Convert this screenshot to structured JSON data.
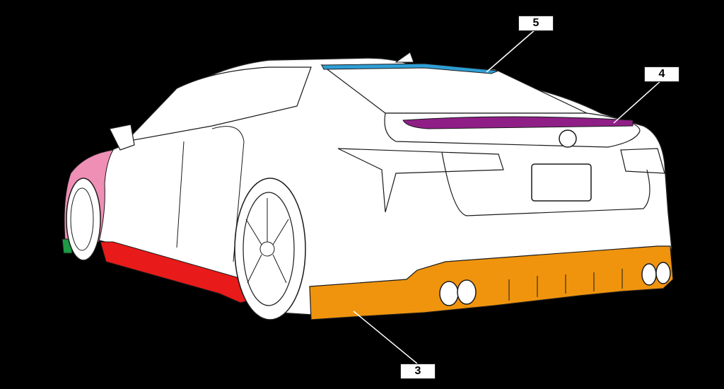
{
  "colors": {
    "background": "#000000",
    "body": "#ffffff",
    "outline": "#1a1a1a",
    "part_3_rear_bumper": "#f0940e",
    "part_4_trunk_spoiler": "#8f1f86",
    "part_5_roof_spoiler": "#2e9fd6",
    "side_skirt": "#e81a1a",
    "front_fender": "#ef8fb5",
    "front_lip": "#1d9b45"
  },
  "callouts": [
    {
      "id": "5",
      "label": "5"
    },
    {
      "id": "4",
      "label": "4"
    },
    {
      "id": "3",
      "label": "3"
    }
  ]
}
